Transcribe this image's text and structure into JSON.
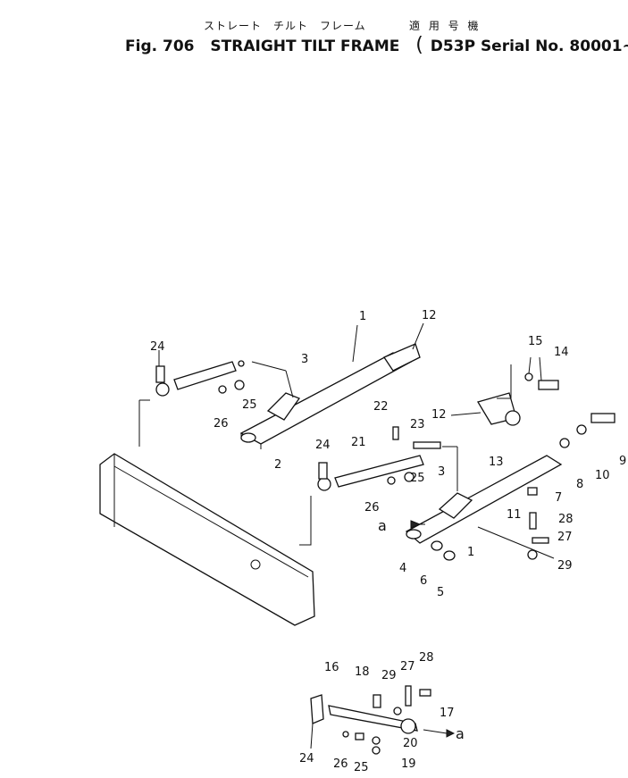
{
  "header": {
    "jp_title": "ストレート　チルト　フレーム",
    "jp_note": "適 用 号 機",
    "fig": "Fig. 706",
    "title": "STRAIGHT TILT FRAME",
    "serial_open": "(",
    "serial": "D53P Serial No. 80001∼",
    "serial_close": ")"
  },
  "callouts": [
    "1",
    "12",
    "24",
    "3",
    "15",
    "14",
    "25",
    "26",
    "22",
    "23",
    "12",
    "2",
    "24",
    "21",
    "13",
    "10",
    "9",
    "8",
    "3",
    "25",
    "26",
    "7",
    "11",
    "28",
    "1",
    "27",
    "29",
    "4",
    "6",
    "5",
    "16",
    "18",
    "29",
    "27",
    "28",
    "17",
    "20",
    "24",
    "26",
    "25",
    "19"
  ],
  "arrow_label_main": "a",
  "arrow_label_detail": "a"
}
